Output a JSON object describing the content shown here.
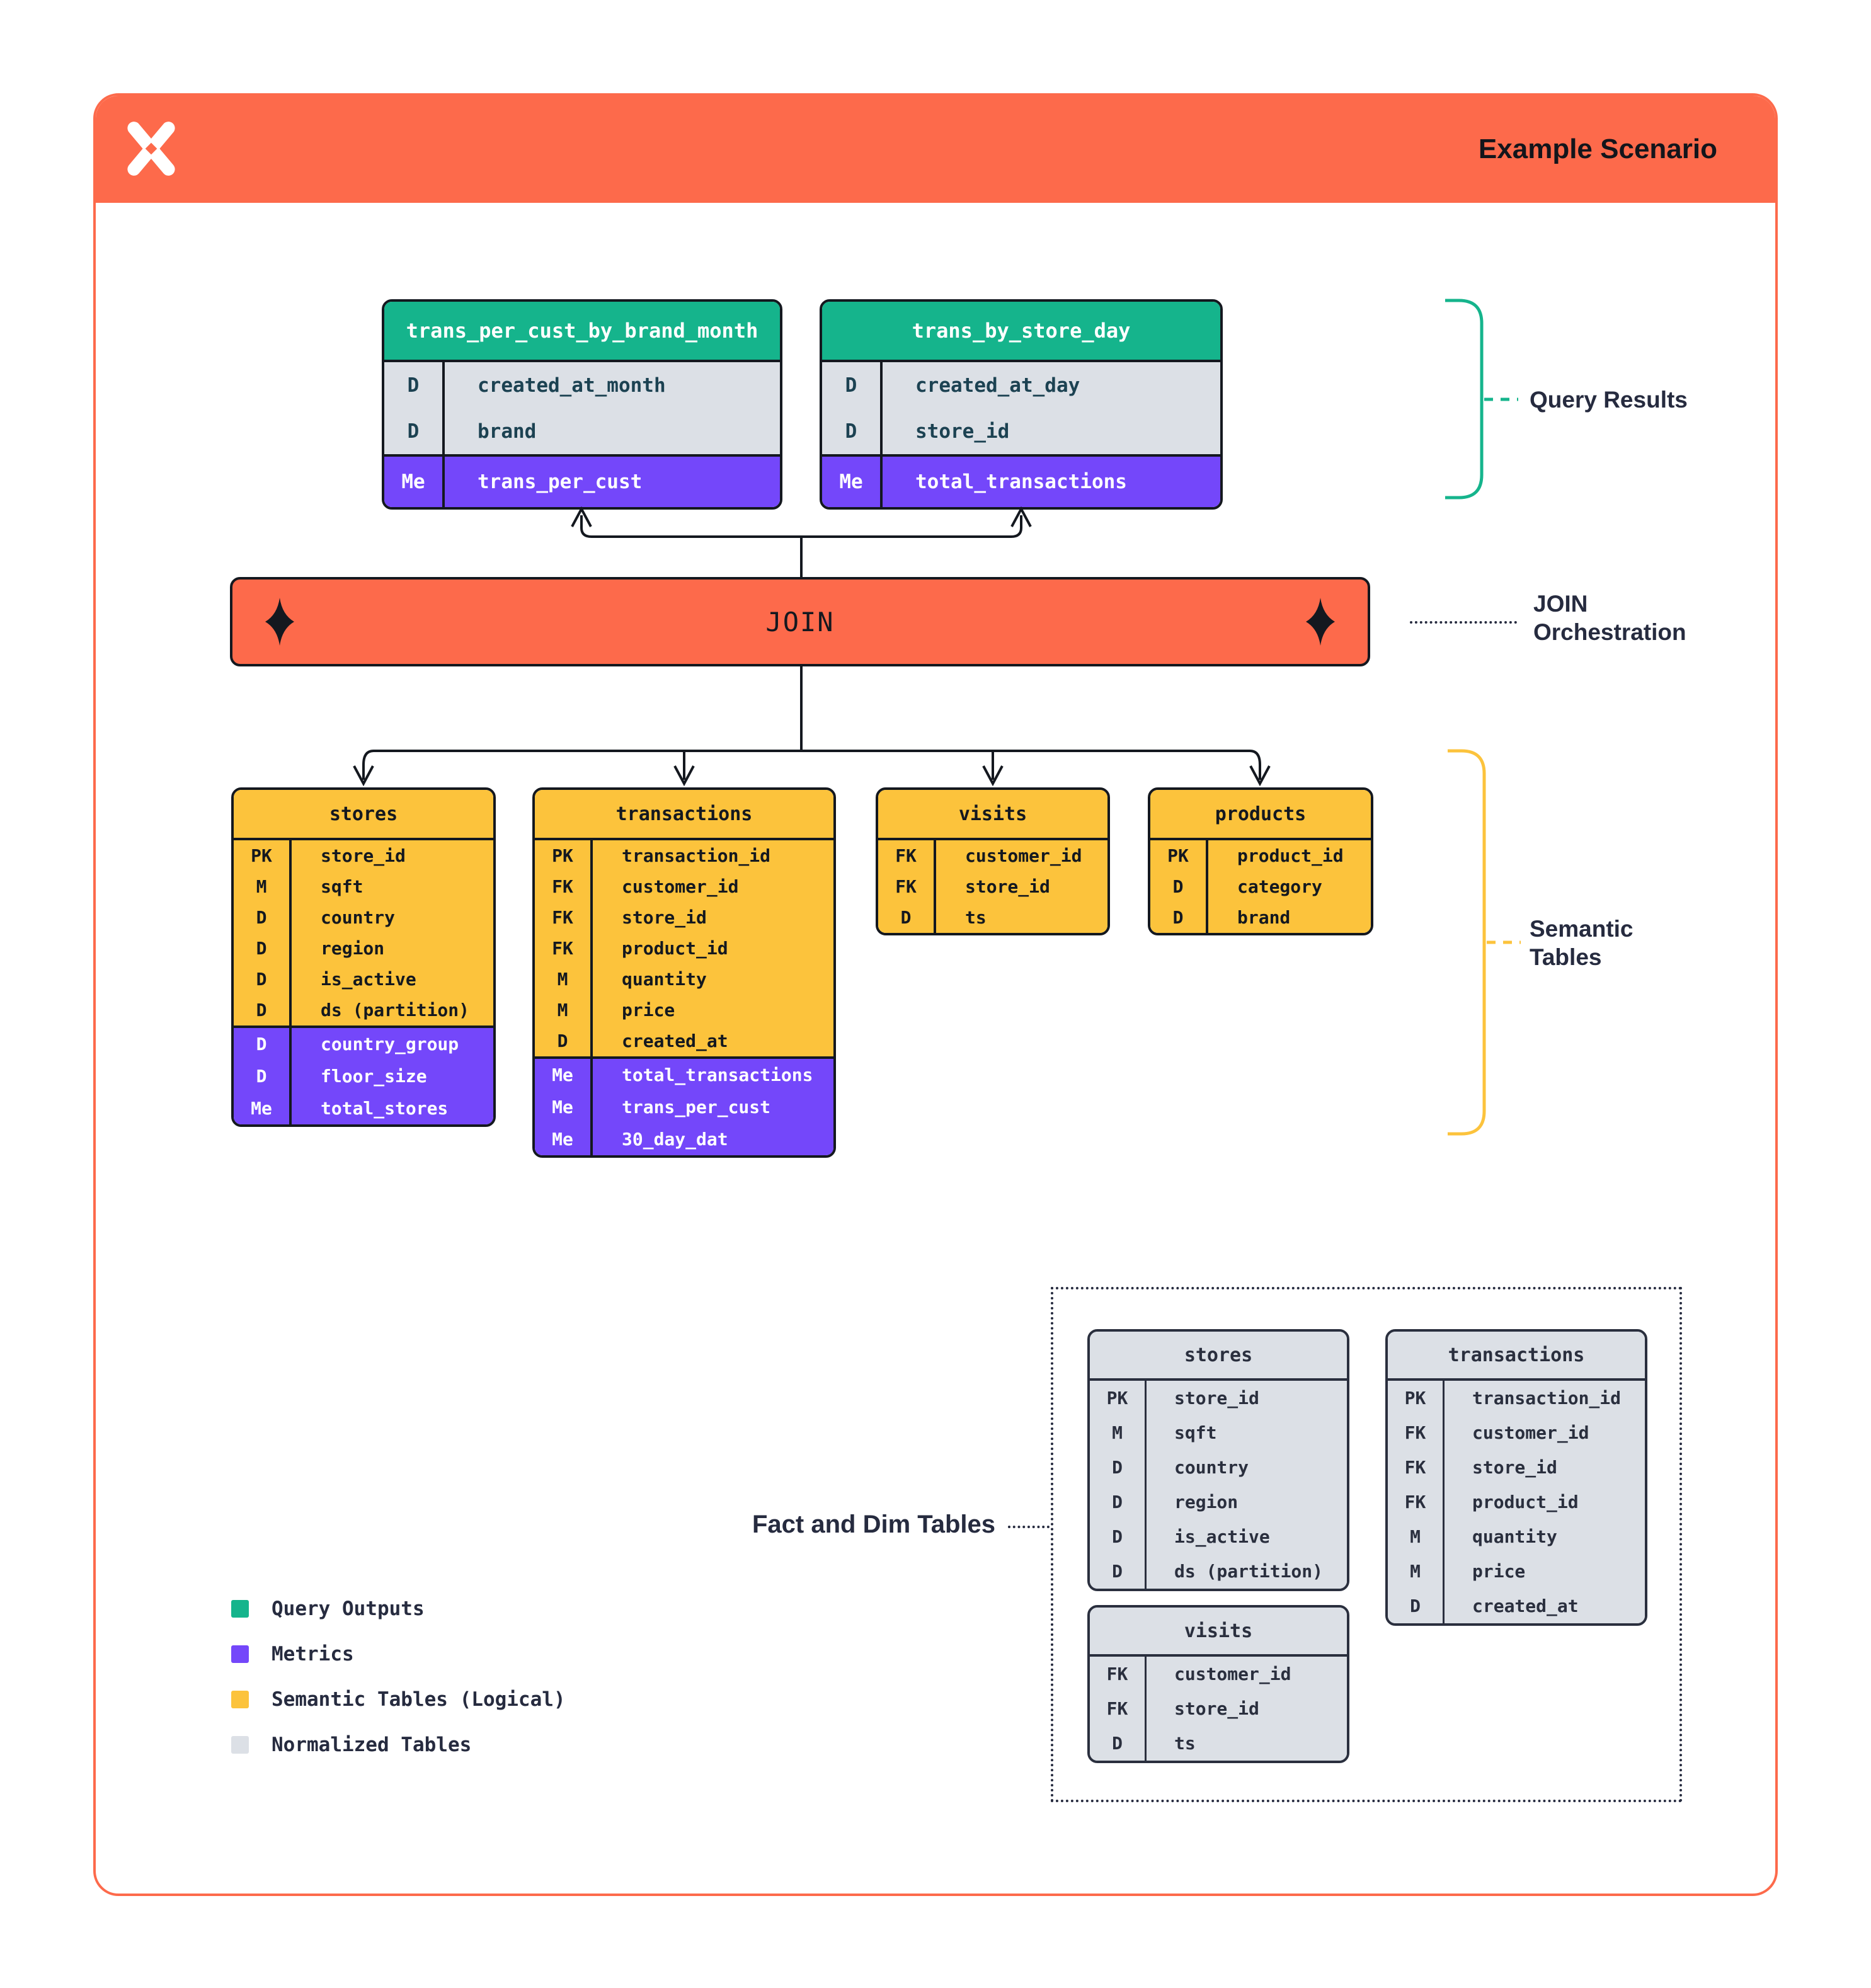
{
  "header": {
    "title": "Example Scenario",
    "logo": "dagster-logo"
  },
  "join": {
    "label": "JOIN"
  },
  "annotations": {
    "query_results": "Query Results",
    "join_orchestration": "JOIN Orchestration",
    "semantic_tables": "Semantic Tables",
    "fact_dim": "Fact and Dim Tables"
  },
  "query_tables": [
    {
      "title": "trans_per_cust_by_brand_month",
      "rows": [
        {
          "k": "D",
          "v": "created_at_month"
        },
        {
          "k": "D",
          "v": "brand"
        },
        {
          "k": "Me",
          "v": "trans_per_cust",
          "m": true
        }
      ]
    },
    {
      "title": "trans_by_store_day",
      "rows": [
        {
          "k": "D",
          "v": "created_at_day"
        },
        {
          "k": "D",
          "v": "store_id"
        },
        {
          "k": "Me",
          "v": "total_transactions",
          "m": true
        }
      ]
    }
  ],
  "semantic_tables": [
    {
      "title": "stores",
      "rows": [
        {
          "k": "PK",
          "v": "store_id"
        },
        {
          "k": "M",
          "v": "sqft"
        },
        {
          "k": "D",
          "v": "country"
        },
        {
          "k": "D",
          "v": "region"
        },
        {
          "k": "D",
          "v": "is_active"
        },
        {
          "k": "D",
          "v": "ds (partition)"
        },
        {
          "k": "D",
          "v": "country_group",
          "m": true
        },
        {
          "k": "D",
          "v": "floor_size",
          "m": true
        },
        {
          "k": "Me",
          "v": "total_stores",
          "m": true
        }
      ]
    },
    {
      "title": "transactions",
      "rows": [
        {
          "k": "PK",
          "v": "transaction_id"
        },
        {
          "k": "FK",
          "v": "customer_id"
        },
        {
          "k": "FK",
          "v": "store_id"
        },
        {
          "k": "FK",
          "v": "product_id"
        },
        {
          "k": "M",
          "v": "quantity"
        },
        {
          "k": "M",
          "v": "price"
        },
        {
          "k": "D",
          "v": "created_at"
        },
        {
          "k": "Me",
          "v": "total_transactions",
          "m": true
        },
        {
          "k": "Me",
          "v": "trans_per_cust",
          "m": true
        },
        {
          "k": "Me",
          "v": "30_day_dat",
          "m": true
        }
      ]
    },
    {
      "title": "visits",
      "rows": [
        {
          "k": "FK",
          "v": "customer_id"
        },
        {
          "k": "FK",
          "v": "store_id"
        },
        {
          "k": "D",
          "v": "ts"
        }
      ]
    },
    {
      "title": "products",
      "rows": [
        {
          "k": "PK",
          "v": "product_id"
        },
        {
          "k": "D",
          "v": "category"
        },
        {
          "k": "D",
          "v": "brand"
        }
      ]
    }
  ],
  "normalized_tables": [
    {
      "title": "stores",
      "rows": [
        {
          "k": "PK",
          "v": "store_id"
        },
        {
          "k": "M",
          "v": "sqft"
        },
        {
          "k": "D",
          "v": "country"
        },
        {
          "k": "D",
          "v": "region"
        },
        {
          "k": "D",
          "v": "is_active"
        },
        {
          "k": "D",
          "v": "ds (partition)"
        }
      ]
    },
    {
      "title": "transactions",
      "rows": [
        {
          "k": "PK",
          "v": "transaction_id"
        },
        {
          "k": "FK",
          "v": "customer_id"
        },
        {
          "k": "FK",
          "v": "store_id"
        },
        {
          "k": "FK",
          "v": "product_id"
        },
        {
          "k": "M",
          "v": "quantity"
        },
        {
          "k": "M",
          "v": "price"
        },
        {
          "k": "D",
          "v": "created_at"
        }
      ]
    },
    {
      "title": "visits",
      "rows": [
        {
          "k": "FK",
          "v": "customer_id"
        },
        {
          "k": "FK",
          "v": "store_id"
        },
        {
          "k": "D",
          "v": "ts"
        }
      ]
    }
  ],
  "legend": {
    "items": [
      {
        "color": "#15B48C",
        "label": "Query Outputs"
      },
      {
        "color": "#7447FA",
        "label": "Metrics"
      },
      {
        "color": "#FCC33C",
        "label": "Semantic Tables (Logical)"
      },
      {
        "color": "#DCE0E6",
        "label": "Normalized Tables"
      }
    ]
  },
  "colors": {
    "accent_orange": "#FD6A4B",
    "accent_green": "#15B48C",
    "accent_purple": "#7447FA",
    "accent_yellow": "#FCC33C",
    "accent_gray": "#DCE0E6",
    "ink": "#14181F",
    "navy_text": "#262B3F"
  }
}
